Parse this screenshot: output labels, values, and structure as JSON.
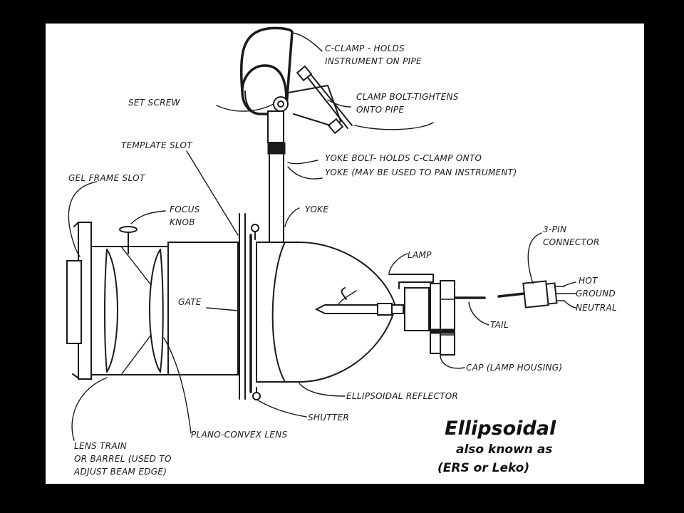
{
  "diagram": {
    "title": "Ellipsoidal",
    "subtitle_line1": "also known as",
    "subtitle_line2": "(ERS or Leko)",
    "labels": {
      "c_clamp_1": "C-CLAMP - HOLDS",
      "c_clamp_2": "INSTRUMENT ON PIPE",
      "set_screw": "SET SCREW",
      "clamp_bolt_1": "CLAMP BOLT-TIGHTENS",
      "clamp_bolt_2": "ONTO PIPE",
      "template_slot": "TEMPLATE SLOT",
      "yoke_bolt_1": "YOKE BOLT- HOLDS C-CLAMP ONTO",
      "yoke_bolt_2": "YOKE (MAY BE USED TO PAN INSTRUMENT)",
      "gel_frame_slot": "GEL FRAME SLOT",
      "yoke": "YOKE",
      "focus_knob_1": "FOCUS",
      "focus_knob_2": "KNOB",
      "three_pin_1": "3-PIN",
      "three_pin_2": "CONNECTOR",
      "lamp": "LAMP",
      "hot": "HOT",
      "ground": "GROUND",
      "neutral": "NEUTRAL",
      "gate": "GATE",
      "tail": "TAIL",
      "cap": "CAP (LAMP HOUSING)",
      "ellipsoidal_reflector": "ELLIPSOIDAL REFLECTOR",
      "shutter": "SHUTTER",
      "plano_convex": "PLANO-CONVEX LENS",
      "lens_train_1": "LENS TRAIN",
      "lens_train_2": "OR BARREL (USED TO",
      "lens_train_3": "ADJUST BEAM EDGE)"
    }
  },
  "colors": {
    "frame": "#000000",
    "paper": "#ffffff",
    "ink": "#1a1a1a"
  }
}
